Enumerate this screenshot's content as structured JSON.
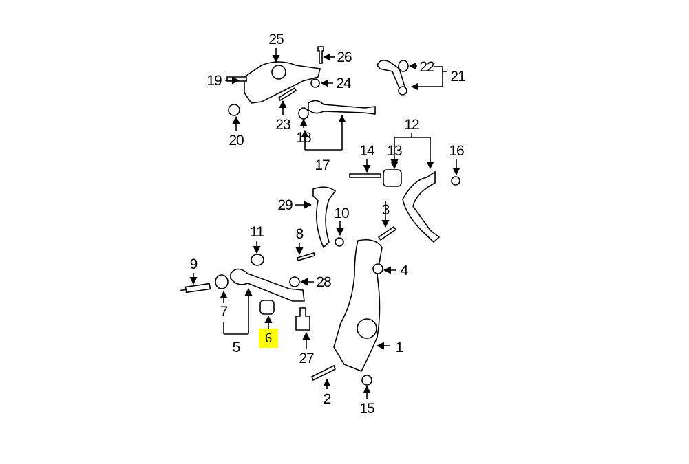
{
  "diagram": {
    "type": "exploded-parts-diagram",
    "callouts": [
      "1",
      "2",
      "3",
      "4",
      "5",
      "6",
      "7",
      "8",
      "9",
      "10",
      "11",
      "12",
      "13",
      "14",
      "15",
      "16",
      "17",
      "18",
      "19",
      "20",
      "21",
      "22",
      "23",
      "24",
      "25",
      "26",
      "27",
      "28",
      "29"
    ],
    "highlighted_callout": "6",
    "highlight_color": "#ffff00"
  }
}
